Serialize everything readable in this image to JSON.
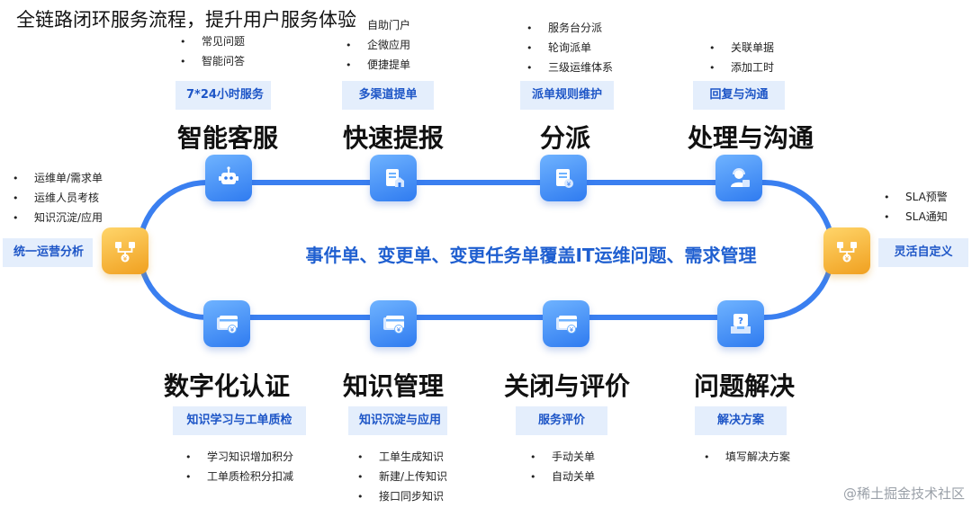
{
  "title": "全链路闭环服务流程，提升用户服务体验",
  "center_text": "事件单、变更单、变更任务单覆盖IT运维问题、需求管理",
  "watermark": "@稀土掘金技术社区",
  "colors": {
    "track": "#3a7ff0",
    "tag_bg": "#e4eefc",
    "tag_text": "#1e56c7",
    "center_text": "#1f5fd0"
  },
  "top_stages": [
    {
      "title": "智能客服",
      "tag": "7*24小时服务",
      "bullets": [
        "常见问题",
        "智能问答"
      ],
      "icon": "robot-icon"
    },
    {
      "title": "快速提报",
      "tag": "多渠道提单",
      "bullets": [
        "自助门户",
        "企微应用",
        "便捷提单"
      ],
      "icon": "document-submit-icon"
    },
    {
      "title": "分派",
      "tag": "派单规则维护",
      "bullets": [
        "服务台分派",
        "轮询派单",
        "三级运维体系"
      ],
      "icon": "dispatch-doc-icon"
    },
    {
      "title": "处理与沟通",
      "tag": "回复与沟通",
      "bullets": [
        "关联单据",
        "添加工时"
      ],
      "icon": "support-agent-icon"
    }
  ],
  "bottom_stages": [
    {
      "title": "数字化认证",
      "tag": "知识学习与工单质检",
      "bullets": [
        "学习知识增加积分",
        "工单质检积分扣减"
      ],
      "icon": "card-certify-icon"
    },
    {
      "title": "知识管理",
      "tag": "知识沉淀与应用",
      "bullets": [
        "工单生成知识",
        "新建/上传知识",
        "接口同步知识"
      ],
      "icon": "knowledge-card-icon"
    },
    {
      "title": "关闭与评价",
      "tag": "服务评价",
      "bullets": [
        "手动关单",
        "自动关单"
      ],
      "icon": "rating-card-icon"
    },
    {
      "title": "问题解决",
      "tag": "解决方案",
      "bullets": [
        "填写解决方案"
      ],
      "icon": "question-box-icon"
    }
  ],
  "left_stage": {
    "tag": "统一运营分析",
    "bullets": [
      "运维单/需求单",
      "运维人员考核",
      "知识沉淀/应用"
    ],
    "icon": "analytics-flow-icon"
  },
  "right_stage": {
    "tag": "灵活自定义",
    "bullets": [
      "SLA预警",
      "SLA通知"
    ],
    "icon": "custom-flow-icon"
  }
}
